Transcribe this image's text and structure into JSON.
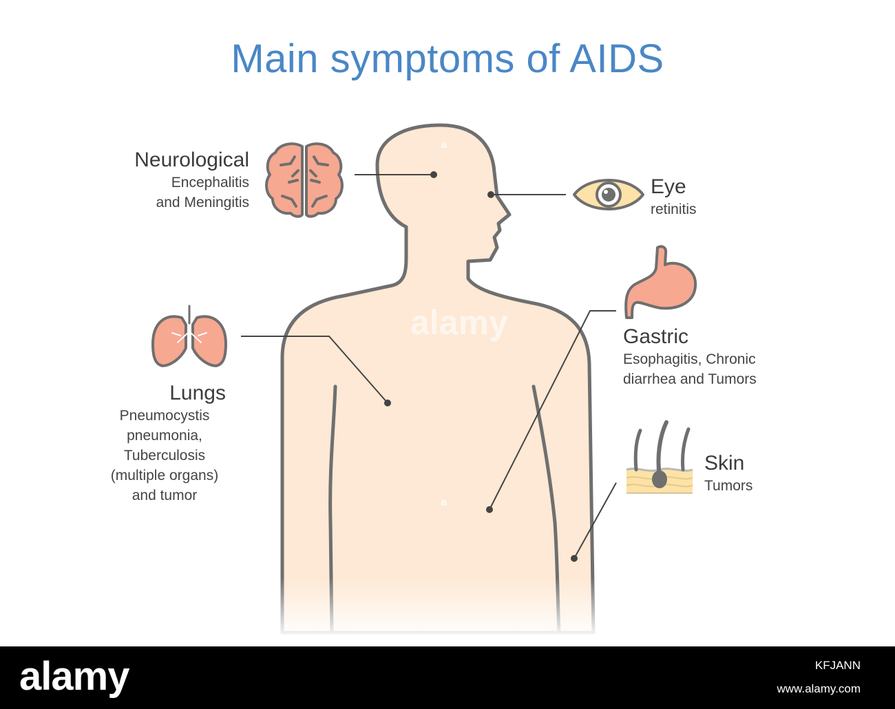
{
  "title": "Main symptoms of AIDS",
  "labels": {
    "neurological": {
      "heading": "Neurological",
      "lines": [
        "Encephalitis",
        "and Meningitis"
      ]
    },
    "eye": {
      "heading": "Eye",
      "lines": [
        "retinitis"
      ]
    },
    "gastric": {
      "heading": "Gastric",
      "lines": [
        "Esophagitis, Chronic",
        "diarrhea and Tumors"
      ]
    },
    "lungs": {
      "heading": "Lungs",
      "lines": [
        "Pneumocystis",
        "pneumonia,",
        "Tuberculosis",
        "(multiple organs)",
        "and tumor"
      ]
    },
    "skin": {
      "heading": "Skin",
      "lines": [
        "Tumors"
      ]
    }
  },
  "watermark": "alamy",
  "footer": {
    "logo": "alamy",
    "image_id": "KFJANN",
    "url": "www.alamy.com"
  },
  "colors": {
    "title": "#4a87c6",
    "body_fill": "#fde9d5",
    "body_outline": "#6f6f6f",
    "organ_fill": "#f6a891",
    "eye_fill": "#fde2a9",
    "skin_fill": "#fce2a5",
    "footer_bg": "#000000"
  },
  "icons": [
    "brain-icon",
    "eye-icon",
    "stomach-icon",
    "lungs-icon",
    "skin-hair-icon"
  ]
}
